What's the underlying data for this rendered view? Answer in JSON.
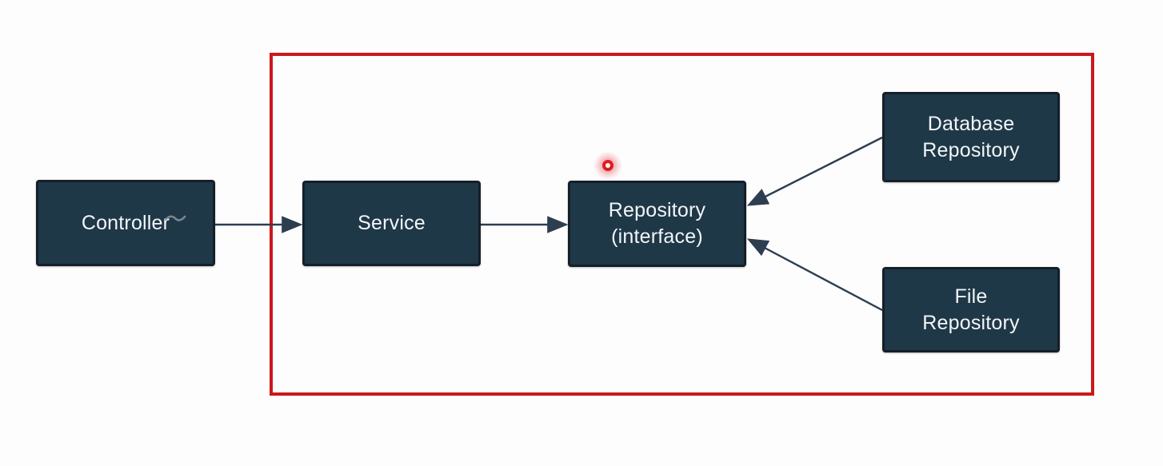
{
  "diagram": {
    "nodes": [
      {
        "id": "controller",
        "lines": [
          "Controller"
        ]
      },
      {
        "id": "service",
        "lines": [
          "Service"
        ]
      },
      {
        "id": "repository-interface",
        "lines": [
          "Repository",
          "(interface)"
        ]
      },
      {
        "id": "database-repository",
        "lines": [
          "Database",
          "Repository"
        ]
      },
      {
        "id": "file-repository",
        "lines": [
          "File",
          "Repository"
        ]
      }
    ],
    "edges": [
      {
        "from": "Controller",
        "to": "Service",
        "style": "solid-arrow"
      },
      {
        "from": "Service",
        "to": "Repository (interface)",
        "style": "solid-arrow"
      },
      {
        "from": "Database Repository",
        "to": "Repository (interface)",
        "style": "solid-arrow"
      },
      {
        "from": "File Repository",
        "to": "Repository (interface)",
        "style": "solid-arrow"
      }
    ],
    "annotations": {
      "highlight_boundary": {
        "shape": "rectangle",
        "color": "#c9181c"
      },
      "laser_pointer": {
        "shape": "glowing-dot",
        "color": "#e01b20"
      }
    },
    "colors": {
      "background": "#fdfdfd",
      "node_fill": "#1f3848",
      "node_border": "#141f29",
      "node_text": "#f2f6f8",
      "arrow": "#2d3e50",
      "boundary": "#c9181c",
      "laser": "#e01b20"
    }
  }
}
